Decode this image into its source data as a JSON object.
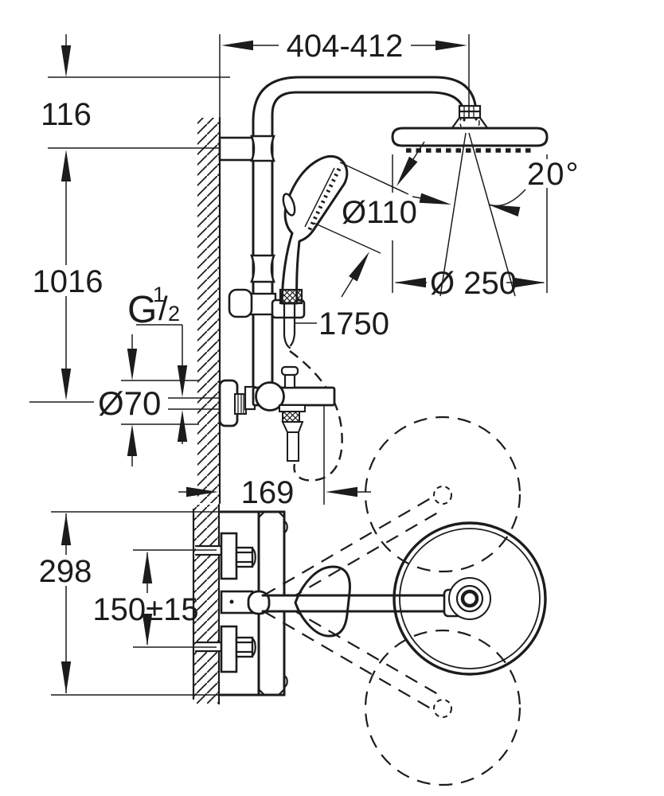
{
  "meta": {
    "background_color": "#ffffff",
    "line_color": "#1c1c1c"
  },
  "dims": {
    "top_width": "404-412",
    "head_drop": "116",
    "rail_height": "1016",
    "spray_angle": "20°",
    "hand_diameter": "Ø110",
    "head_diameter": "Ø 250",
    "hose_length": "1750",
    "thread_g": "G",
    "thread_num": "1",
    "thread_slash": "/",
    "thread_den": "2",
    "escutcheon_diameter": "Ø70",
    "wall_clearance": "169",
    "body_height": "298",
    "inlet_spacing": "150±15"
  }
}
